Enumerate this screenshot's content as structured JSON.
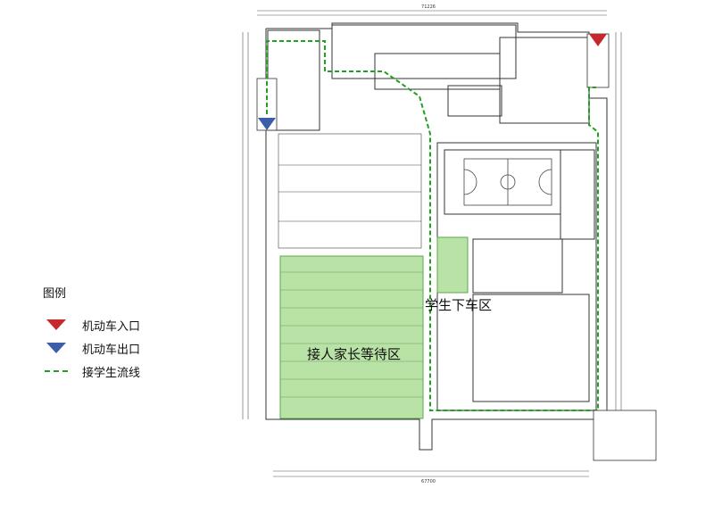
{
  "legend": {
    "title": "图例",
    "items": [
      {
        "label": "机动车入口",
        "color": "#c8282d"
      },
      {
        "label": "机动车出口",
        "color": "#3c5ea8"
      },
      {
        "label": "接学生流线",
        "color": "#22a022"
      }
    ]
  },
  "zones": {
    "parent_waiting": "接人家长等待区",
    "student_dropoff": "学生下车区"
  },
  "colors": {
    "zone_fill": "#b9e3a6",
    "zone_border": "#5aa84a",
    "flow_line": "#22a022",
    "wall": "#333333"
  },
  "dimensions": {
    "top_total": "71226",
    "bottom_total": "67700"
  }
}
